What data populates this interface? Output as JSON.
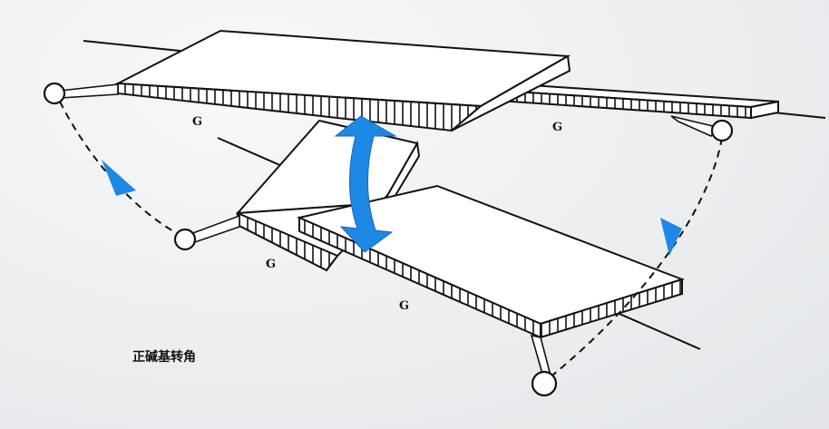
{
  "labels": {
    "g_top_left": "G",
    "g_top_right": "G",
    "g_mid_left": "G",
    "g_mid_bottom": "G"
  },
  "caption": "正碱基转角",
  "colors": {
    "line": "#111111",
    "arrow": "#1e88e5",
    "plate_fill": "#ffffff"
  }
}
